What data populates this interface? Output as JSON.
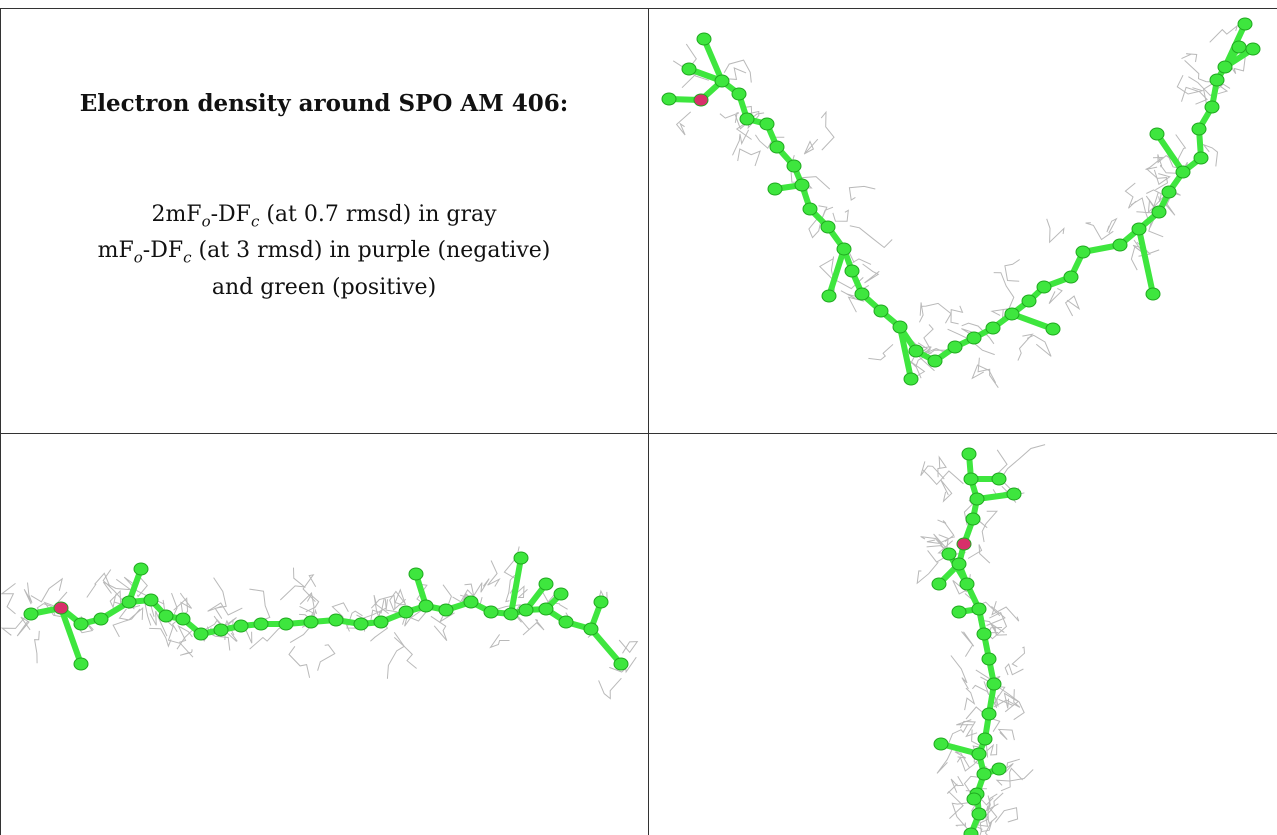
{
  "caption": {
    "title": "Electron density around SPO AM 406:",
    "line1": {
      "a": "2mF",
      "a_sub": "o",
      "b": "-DF",
      "b_sub": "c",
      "rest": " (at 0.7 rmsd) in gray"
    },
    "line2": {
      "a": "mF",
      "a_sub": "o",
      "b": "-DF",
      "b_sub": "c",
      "rest": " (at 3 rmsd) in purple (negative)"
    },
    "line3": "and green (positive)"
  },
  "colors": {
    "carbon": "#3ee63e",
    "carbon_dark": "#1fa81f",
    "oxygen": "#d8306a",
    "density_mesh": "#b9b9b9",
    "border": "#333333"
  },
  "panels": [
    {
      "name": "view-top-right",
      "content": "ligand-ball-and-stick-with-density-mesh"
    },
    {
      "name": "view-bottom-left",
      "content": "ligand-ball-and-stick-with-density-mesh"
    },
    {
      "name": "view-bottom-right",
      "content": "ligand-ball-and-stick-with-density-mesh"
    }
  ]
}
